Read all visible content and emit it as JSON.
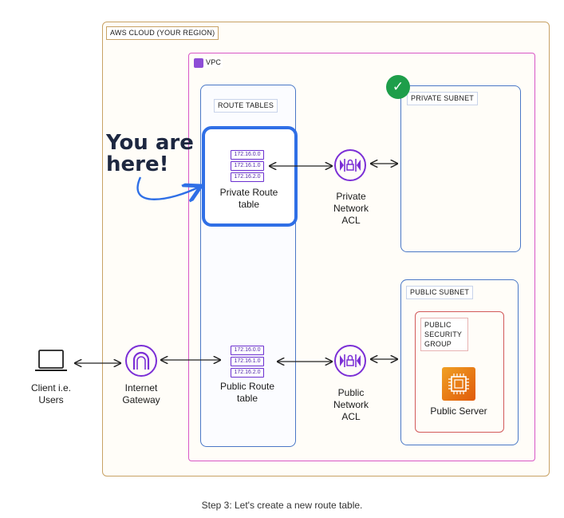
{
  "cloud": {
    "label": "AWS CLOUD (YOUR REGION)"
  },
  "vpc": {
    "label": "VPC"
  },
  "route_tables": {
    "label": "ROUTE TABLES"
  },
  "private_subnet": {
    "label": "PRIVATE SUBNET"
  },
  "public_subnet": {
    "label": "PUBLIC SUBNET"
  },
  "security_group": {
    "label_line1": "PUBLIC",
    "label_line2": "SECURITY",
    "label_line3": "GROUP"
  },
  "private_route_table": {
    "entries": [
      "172.16.0.0",
      "172.16.1.0",
      "172.16.2.0"
    ],
    "label_line1": "Private Route",
    "label_line2": "table"
  },
  "public_route_table": {
    "entries": [
      "172.16.0.0",
      "172.16.1.0",
      "172.16.2.0"
    ],
    "label_line1": "Public Route",
    "label_line2": "table"
  },
  "private_acl": {
    "line1": "Private",
    "line2": "Network",
    "line3": "ACL"
  },
  "public_acl": {
    "line1": "Public",
    "line2": "Network",
    "line3": "ACL"
  },
  "client": {
    "line1": "Client i.e.",
    "line2": "Users"
  },
  "gateway": {
    "line1": "Internet",
    "line2": "Gateway"
  },
  "server": {
    "label": "Public Server"
  },
  "annotation": {
    "line1": "You are",
    "line2": "here!"
  },
  "caption": "Step 3: Let's create a new route table.",
  "colors": {
    "cloud": "#c8a265",
    "vpc": "#d957c6",
    "subnet": "#4a78c7",
    "sg": "#d25a5a",
    "accent": "#7b2fd6",
    "highlight": "#2f6fe6",
    "check": "#1e9e4a",
    "server": "#e8710a"
  }
}
